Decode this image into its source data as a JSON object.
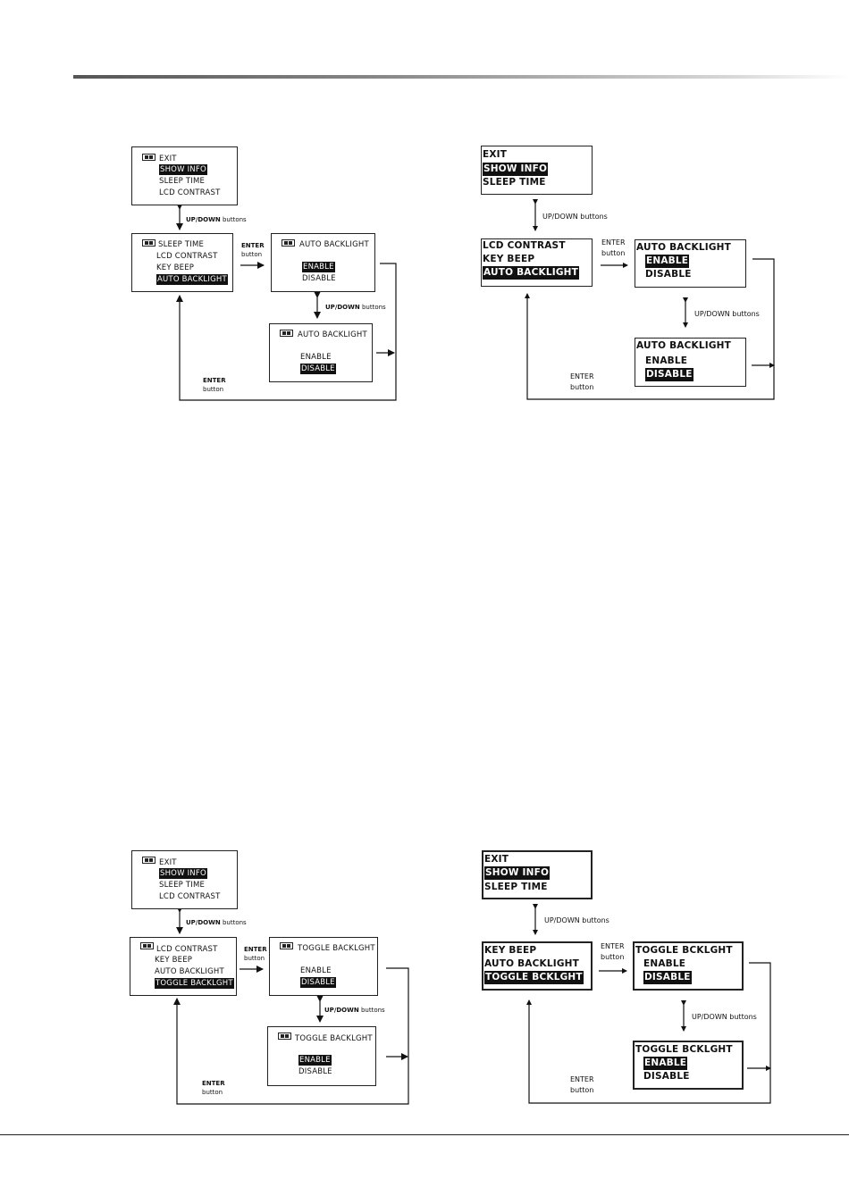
{
  "labels": {
    "up_down": "UP/DOWN",
    "buttons": "buttons",
    "enter": "ENTER",
    "button": "button"
  },
  "diagram1": {
    "main_menu": [
      "EXIT",
      "SHOW INFO",
      "SLEEP TIME",
      "LCD CONTRAST"
    ],
    "sub_menu": [
      "SLEEP TIME",
      "LCD CONTRAST",
      "KEY BEEP",
      "AUTO BACKLIGHT"
    ],
    "option_title": "AUTO BACKLIGHT",
    "options": [
      "ENABLE",
      "DISABLE"
    ]
  },
  "diagram2": {
    "main_menu": [
      "EXIT",
      "SHOW INFO",
      "SLEEP TIME"
    ],
    "sub_menu": [
      "LCD CONTRAST",
      "KEY BEEP",
      "AUTO BACKLIGHT"
    ],
    "option_title": "AUTO BACKLIGHT",
    "options": [
      "ENABLE",
      "DISABLE"
    ]
  },
  "diagram3": {
    "main_menu": [
      "EXIT",
      "SHOW INFO",
      "SLEEP TIME",
      "LCD CONTRAST"
    ],
    "sub_menu": [
      "LCD CONTRAST",
      "KEY BEEP",
      "AUTO BACKLIGHT",
      "TOGGLE BACKLGHT"
    ],
    "option_title": "TOGGLE BACKLGHT",
    "options": [
      "ENABLE",
      "DISABLE"
    ]
  },
  "diagram4": {
    "main_menu": [
      "EXIT",
      "SHOW INFO",
      "SLEEP TIME"
    ],
    "sub_menu": [
      "KEY BEEP",
      "AUTO BACKLIGHT",
      "TOGGLE BCKLGHT"
    ],
    "option_title": "TOGGLE BCKLGHT",
    "options": [
      "ENABLE",
      "DISABLE"
    ]
  }
}
